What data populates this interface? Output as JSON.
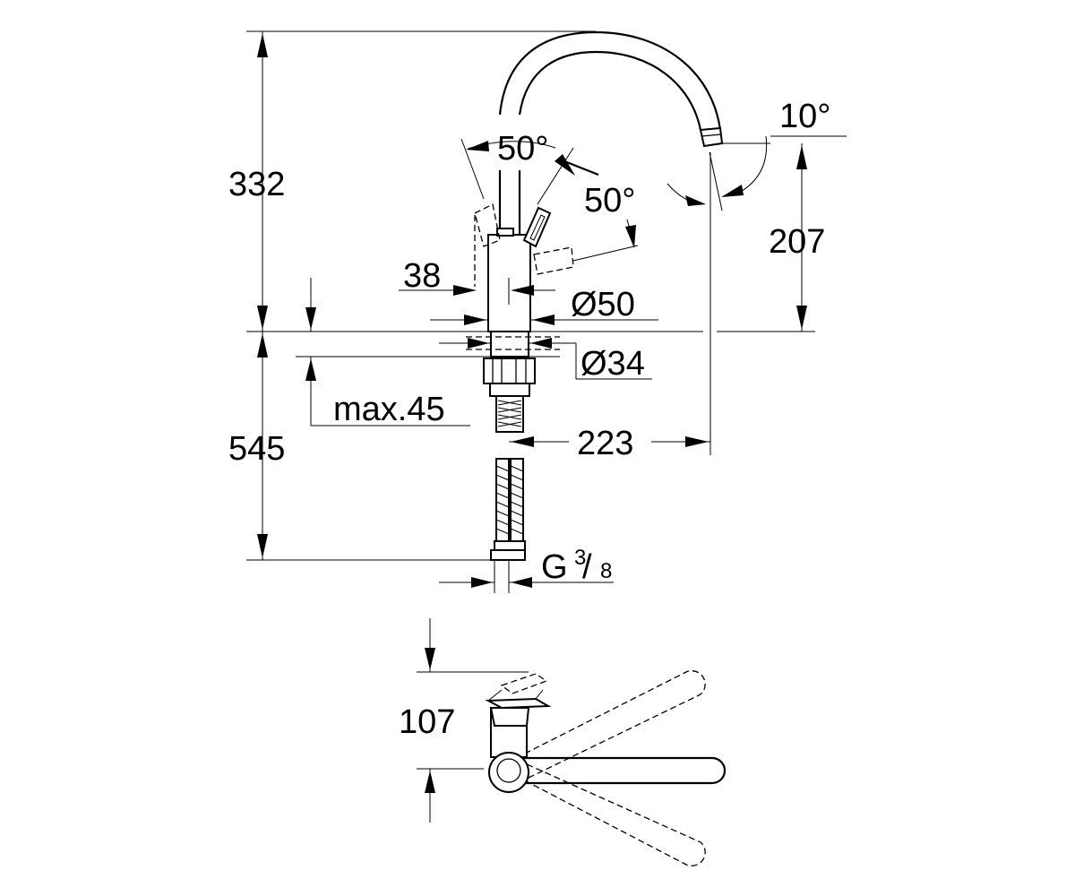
{
  "dimensions": {
    "total_height_above": "332",
    "spout_tilt": "10°",
    "spout_outlet_height": "207",
    "lever_angle_front": "50°",
    "lever_angle_side": "50°",
    "body_offset": "38",
    "body_diameter": "Ø50",
    "shank_diameter": "Ø34",
    "max_deck_thickness": "max.45",
    "spout_reach": "223",
    "total_height_below": "545",
    "connection_thread_main": "G",
    "connection_thread_num": "3",
    "connection_thread_den": "8",
    "top_view_depth": "107"
  }
}
